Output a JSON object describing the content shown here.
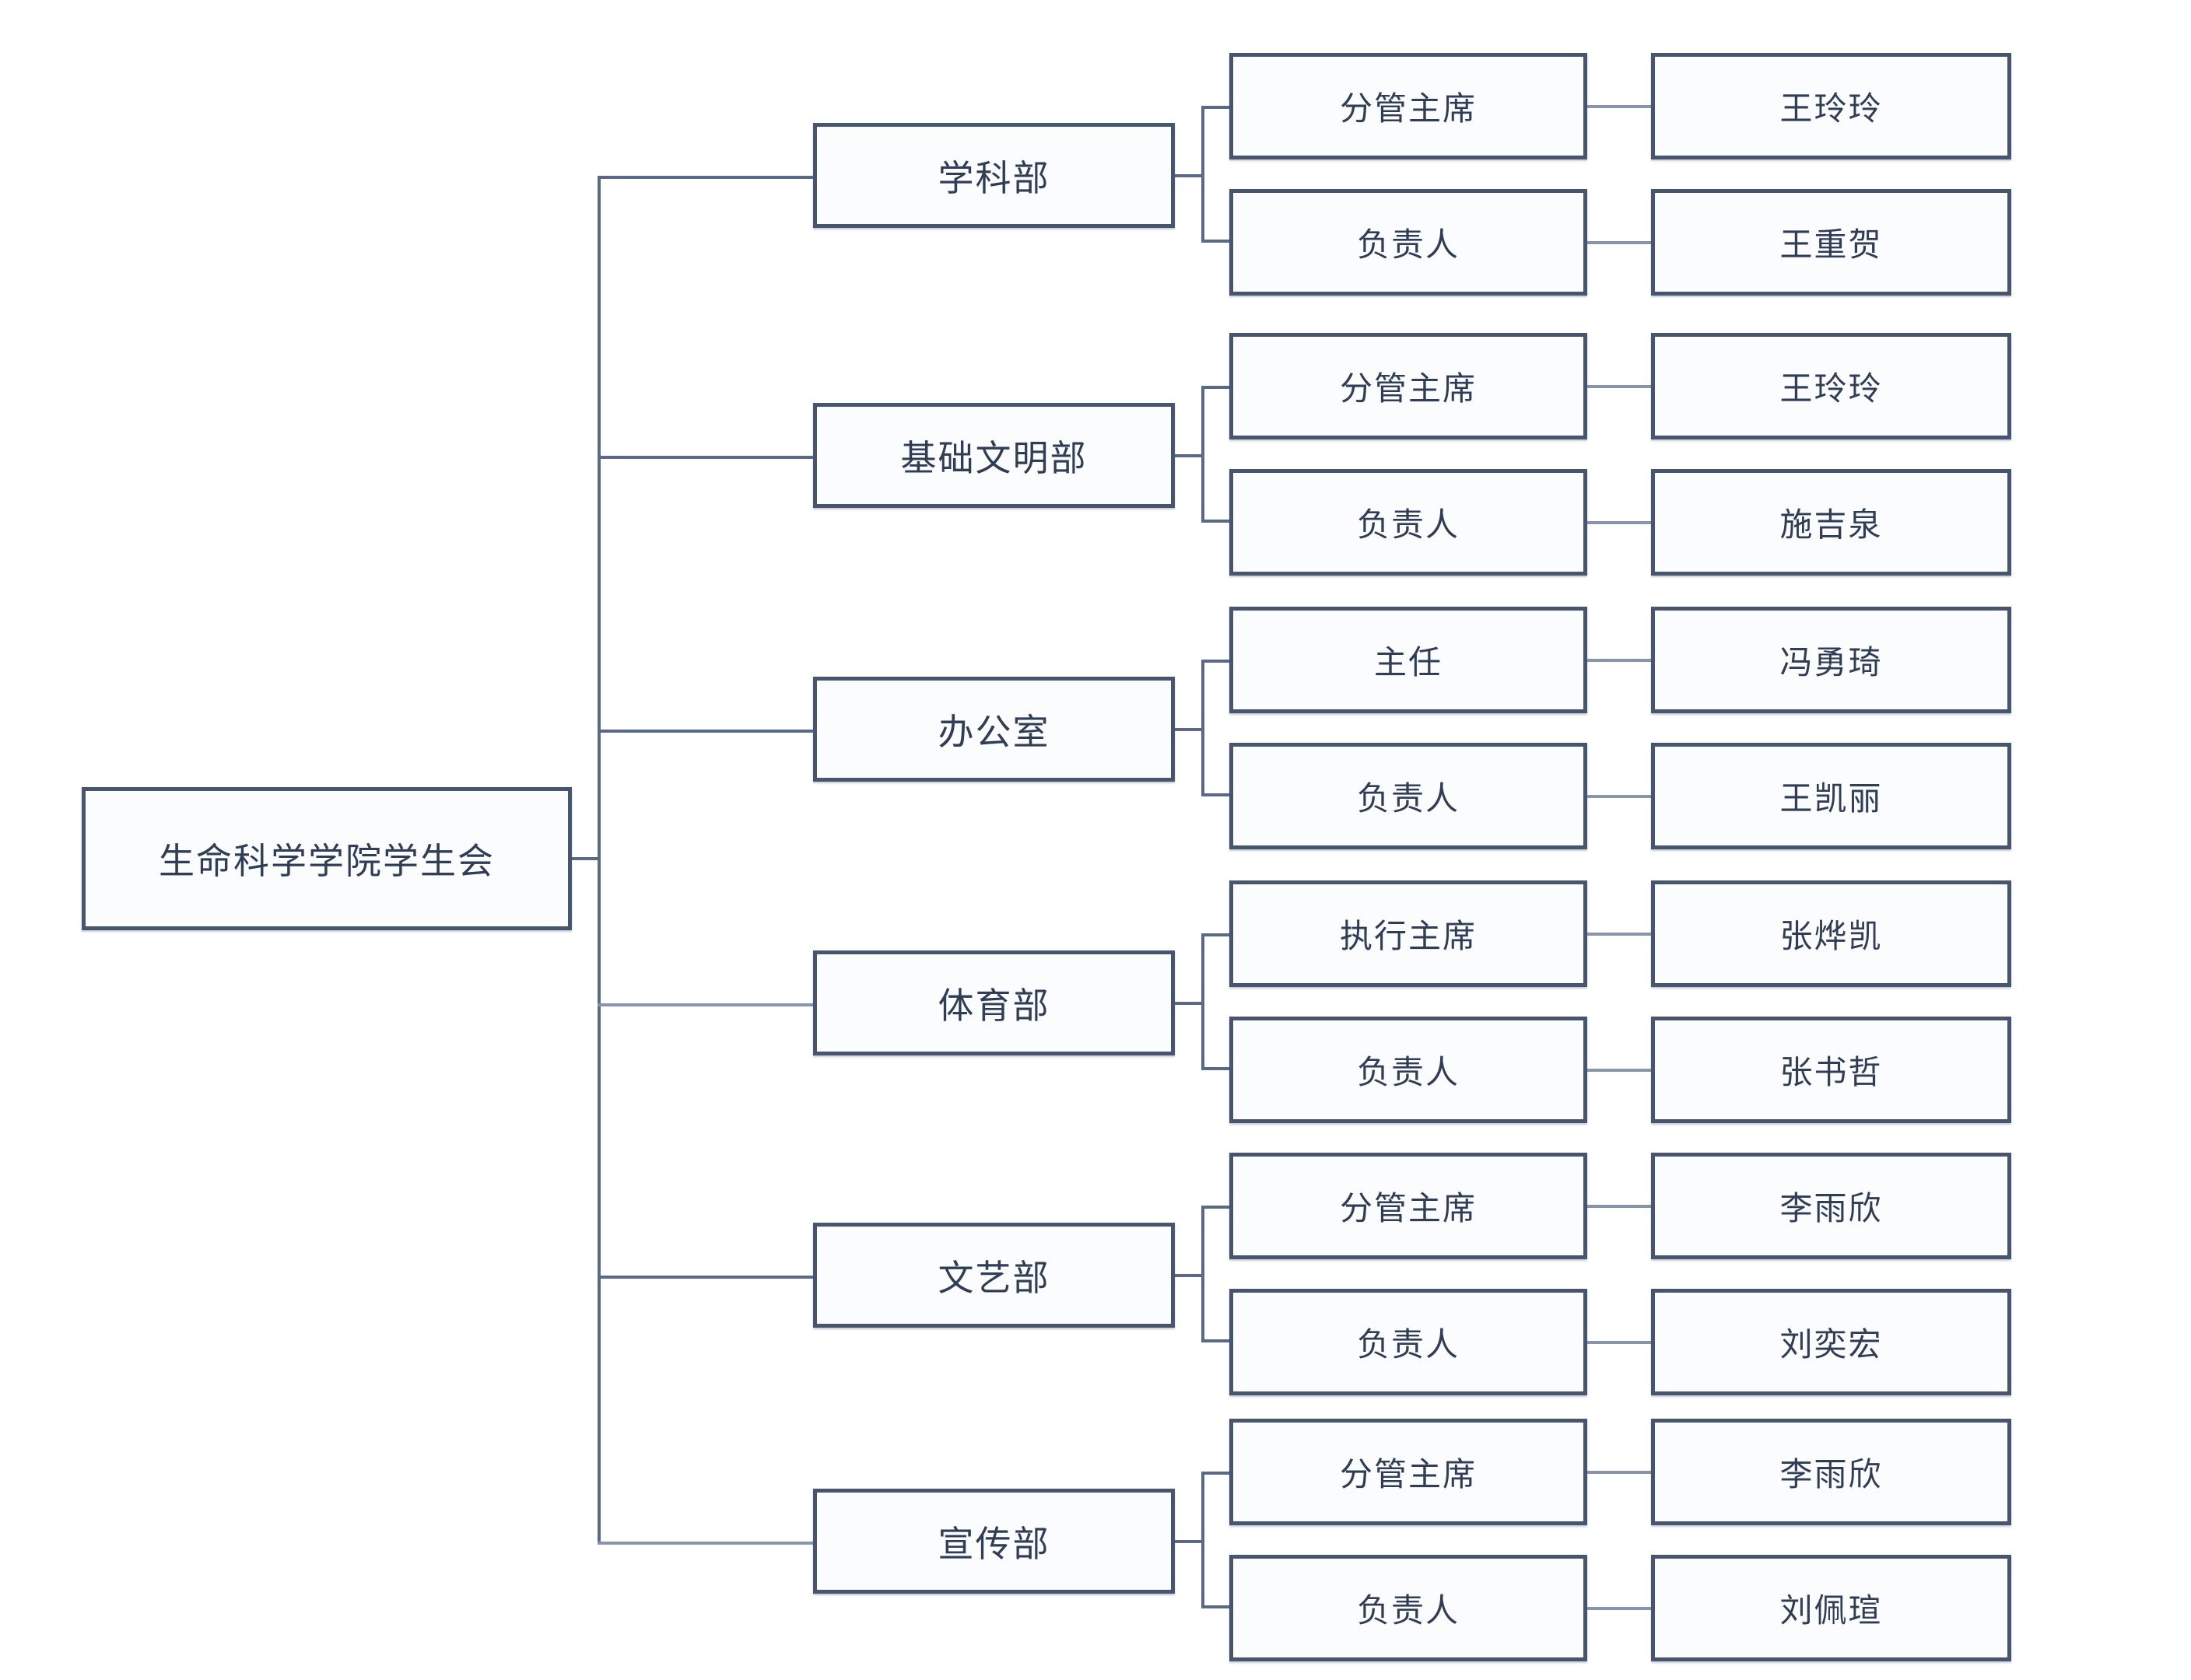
{
  "diagram": {
    "type": "organizational-chart",
    "root": {
      "label": "生命科学学院学生会"
    },
    "colors": {
      "border": "#47566e",
      "connector": "#5a6a86",
      "text": "#2f3e56",
      "box_fill": "#fbfcfd",
      "background": "#ffffff"
    },
    "departments": [
      {
        "name": "学科部",
        "roles": [
          {
            "title": "分管主席",
            "person": "王玲玲"
          },
          {
            "title": "负责人",
            "person": "王重贺"
          }
        ]
      },
      {
        "name": "基础文明部",
        "roles": [
          {
            "title": "分管主席",
            "person": "王玲玲"
          },
          {
            "title": "负责人",
            "person": "施吉泉"
          }
        ]
      },
      {
        "name": "办公室",
        "roles": [
          {
            "title": "主任",
            "person": "冯勇琦"
          },
          {
            "title": "负责人",
            "person": "王凯丽"
          }
        ]
      },
      {
        "name": "体育部",
        "roles": [
          {
            "title": "执行主席",
            "person": "张烨凯"
          },
          {
            "title": "负责人",
            "person": "张书哲"
          }
        ]
      },
      {
        "name": "文艺部",
        "roles": [
          {
            "title": "分管主席",
            "person": "李雨欣"
          },
          {
            "title": "负责人",
            "person": "刘奕宏"
          }
        ]
      },
      {
        "name": "宣传部",
        "roles": [
          {
            "title": "分管主席",
            "person": "李雨欣"
          },
          {
            "title": "负责人",
            "person": "刘佩瑄"
          }
        ]
      }
    ]
  }
}
